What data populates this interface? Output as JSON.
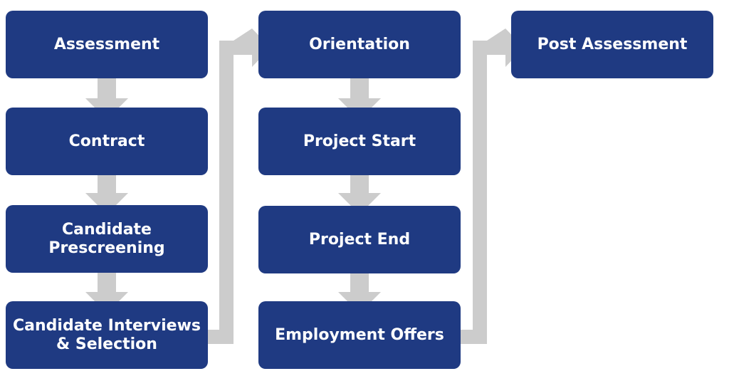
{
  "colors": {
    "box_fill": "#1f3a82",
    "arrow_fill": "#cccccc",
    "box_text": "#ffffff"
  },
  "flow": {
    "columns": [
      {
        "steps": [
          {
            "label": "Assessment"
          },
          {
            "label": "Contract"
          },
          {
            "label": "Candidate\nPrescreening"
          },
          {
            "label": "Candidate Interviews\n& Selection"
          }
        ]
      },
      {
        "steps": [
          {
            "label": "Orientation"
          },
          {
            "label": "Project Start"
          },
          {
            "label": "Project End"
          },
          {
            "label": "Employment Offers"
          }
        ]
      },
      {
        "steps": [
          {
            "label": "Post Assessment"
          }
        ]
      }
    ]
  }
}
